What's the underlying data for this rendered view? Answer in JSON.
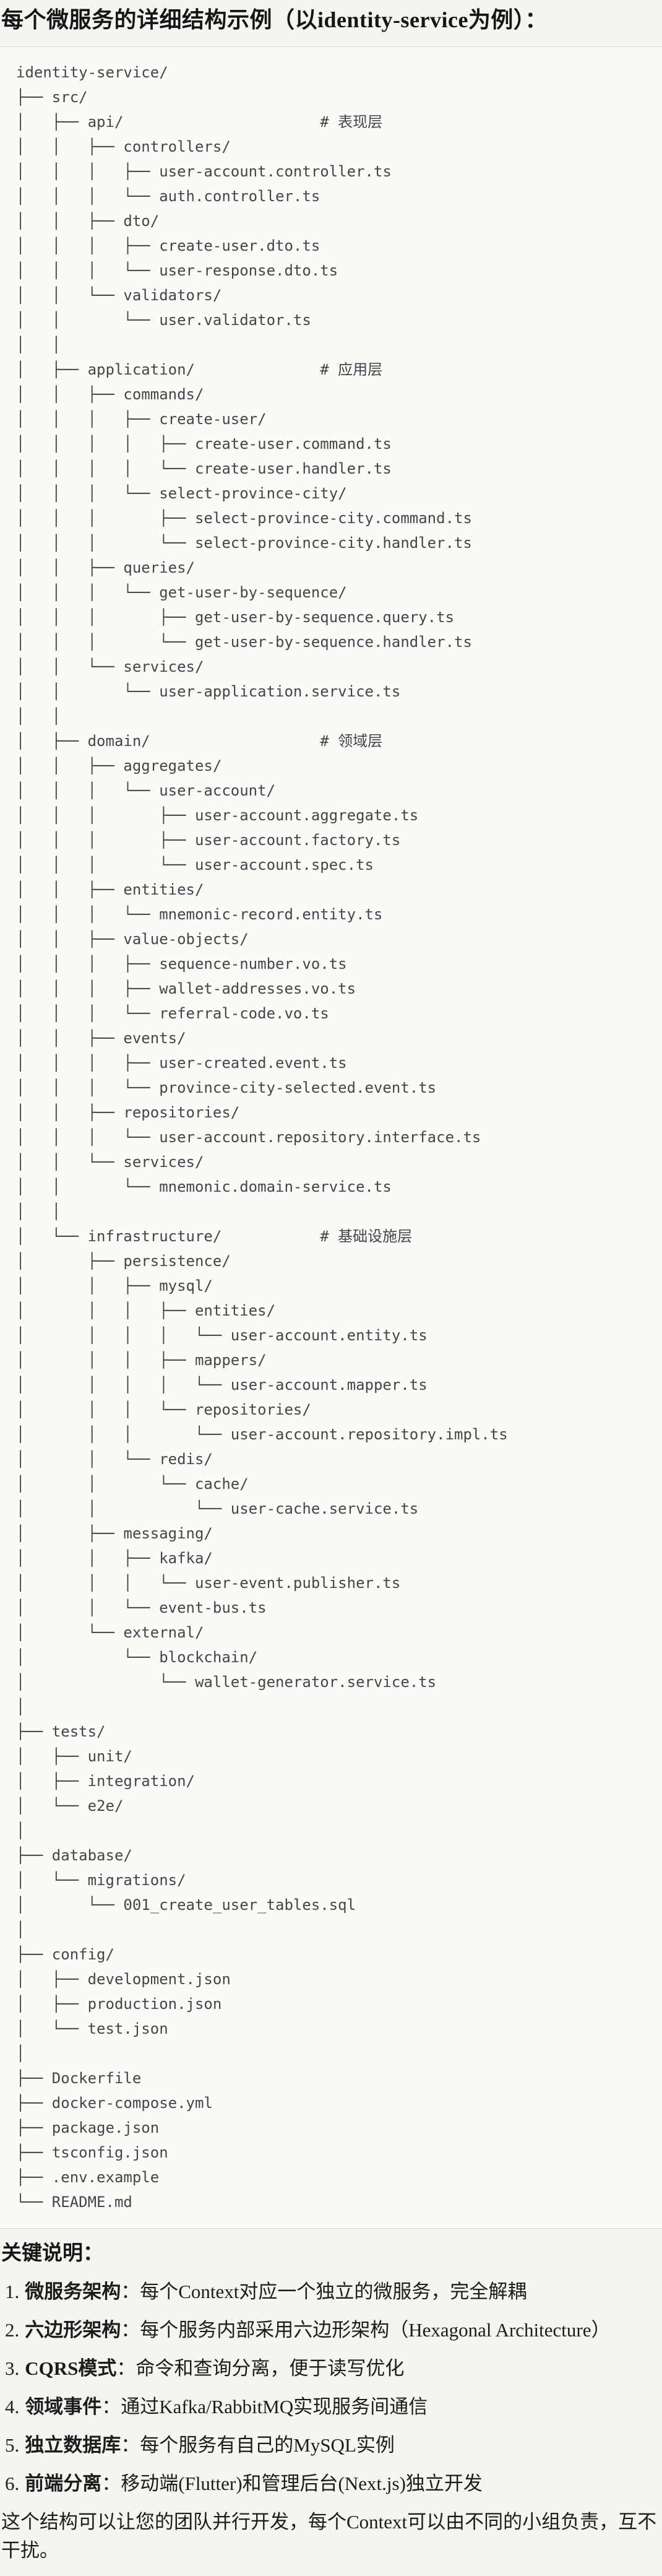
{
  "page": {
    "title": "每个微服务的详细结构示例（以identity-service为例）：",
    "colors": {
      "page_background": "#f6f4ef",
      "code_background": "#fbfaf7",
      "code_border": "#d8d7d0",
      "code_text": "#42464c",
      "body_text": "#17181a"
    }
  },
  "tree": {
    "lines": [
      "identity-service/",
      "├── src/",
      "│   ├── api/                      # 表现层",
      "│   │   ├── controllers/",
      "│   │   │   ├── user-account.controller.ts",
      "│   │   │   └── auth.controller.ts",
      "│   │   ├── dto/",
      "│   │   │   ├── create-user.dto.ts",
      "│   │   │   └── user-response.dto.ts",
      "│   │   └── validators/",
      "│   │       └── user.validator.ts",
      "│   │",
      "│   ├── application/              # 应用层",
      "│   │   ├── commands/",
      "│   │   │   ├── create-user/",
      "│   │   │   │   ├── create-user.command.ts",
      "│   │   │   │   └── create-user.handler.ts",
      "│   │   │   └── select-province-city/",
      "│   │   │       ├── select-province-city.command.ts",
      "│   │   │       └── select-province-city.handler.ts",
      "│   │   ├── queries/",
      "│   │   │   └── get-user-by-sequence/",
      "│   │   │       ├── get-user-by-sequence.query.ts",
      "│   │   │       └── get-user-by-sequence.handler.ts",
      "│   │   └── services/",
      "│   │       └── user-application.service.ts",
      "│   │",
      "│   ├── domain/                   # 领域层",
      "│   │   ├── aggregates/",
      "│   │   │   └── user-account/",
      "│   │   │       ├── user-account.aggregate.ts",
      "│   │   │       ├── user-account.factory.ts",
      "│   │   │       └── user-account.spec.ts",
      "│   │   ├── entities/",
      "│   │   │   └── mnemonic-record.entity.ts",
      "│   │   ├── value-objects/",
      "│   │   │   ├── sequence-number.vo.ts",
      "│   │   │   ├── wallet-addresses.vo.ts",
      "│   │   │   └── referral-code.vo.ts",
      "│   │   ├── events/",
      "│   │   │   ├── user-created.event.ts",
      "│   │   │   └── province-city-selected.event.ts",
      "│   │   ├── repositories/",
      "│   │   │   └── user-account.repository.interface.ts",
      "│   │   └── services/",
      "│   │       └── mnemonic.domain-service.ts",
      "│   │",
      "│   └── infrastructure/           # 基础设施层",
      "│       ├── persistence/",
      "│       │   ├── mysql/",
      "│       │   │   ├── entities/",
      "│       │   │   │   └── user-account.entity.ts",
      "│       │   │   ├── mappers/",
      "│       │   │   │   └── user-account.mapper.ts",
      "│       │   │   └── repositories/",
      "│       │   │       └── user-account.repository.impl.ts",
      "│       │   └── redis/",
      "│       │       └── cache/",
      "│       │           └── user-cache.service.ts",
      "│       ├── messaging/",
      "│       │   ├── kafka/",
      "│       │   │   └── user-event.publisher.ts",
      "│       │   └── event-bus.ts",
      "│       └── external/",
      "│           └── blockchain/",
      "│               └── wallet-generator.service.ts",
      "│",
      "├── tests/",
      "│   ├── unit/",
      "│   ├── integration/",
      "│   └── e2e/",
      "│",
      "├── database/",
      "│   └── migrations/",
      "│       └── 001_create_user_tables.sql",
      "│",
      "├── config/",
      "│   ├── development.json",
      "│   ├── production.json",
      "│   └── test.json",
      "│",
      "├── Dockerfile",
      "├── docker-compose.yml",
      "├── package.json",
      "├── tsconfig.json",
      "├── .env.example",
      "└── README.md"
    ]
  },
  "notes": {
    "heading": "关键说明：",
    "items": [
      {
        "number": "1.",
        "label": "微服务架构",
        "colon": "：",
        "text": "每个Context对应一个独立的微服务，完全解耦"
      },
      {
        "number": "2.",
        "label": "六边形架构",
        "colon": "：",
        "text": "每个服务内部采用六边形架构（Hexagonal Architecture）"
      },
      {
        "number": "3.",
        "label": "CQRS模式",
        "colon": "：",
        "text": "命令和查询分离，便于读写优化"
      },
      {
        "number": "4.",
        "label": "领域事件",
        "colon": "：",
        "text": "通过Kafka/RabbitMQ实现服务间通信"
      },
      {
        "number": "5.",
        "label": "独立数据库",
        "colon": "：",
        "text": "每个服务有自己的MySQL实例"
      },
      {
        "number": "6.",
        "label": "前端分离",
        "colon": "：",
        "text": "移动端(Flutter)和管理后台(Next.js)独立开发"
      }
    ],
    "closing": "这个结构可以让您的团队并行开发，每个Context可以由不同的小组负责，互不干扰。"
  }
}
